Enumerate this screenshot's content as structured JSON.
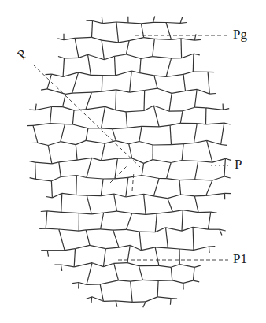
{
  "diagram": {
    "labels": [
      "Pg",
      "P",
      "P",
      "P1"
    ]
  }
}
